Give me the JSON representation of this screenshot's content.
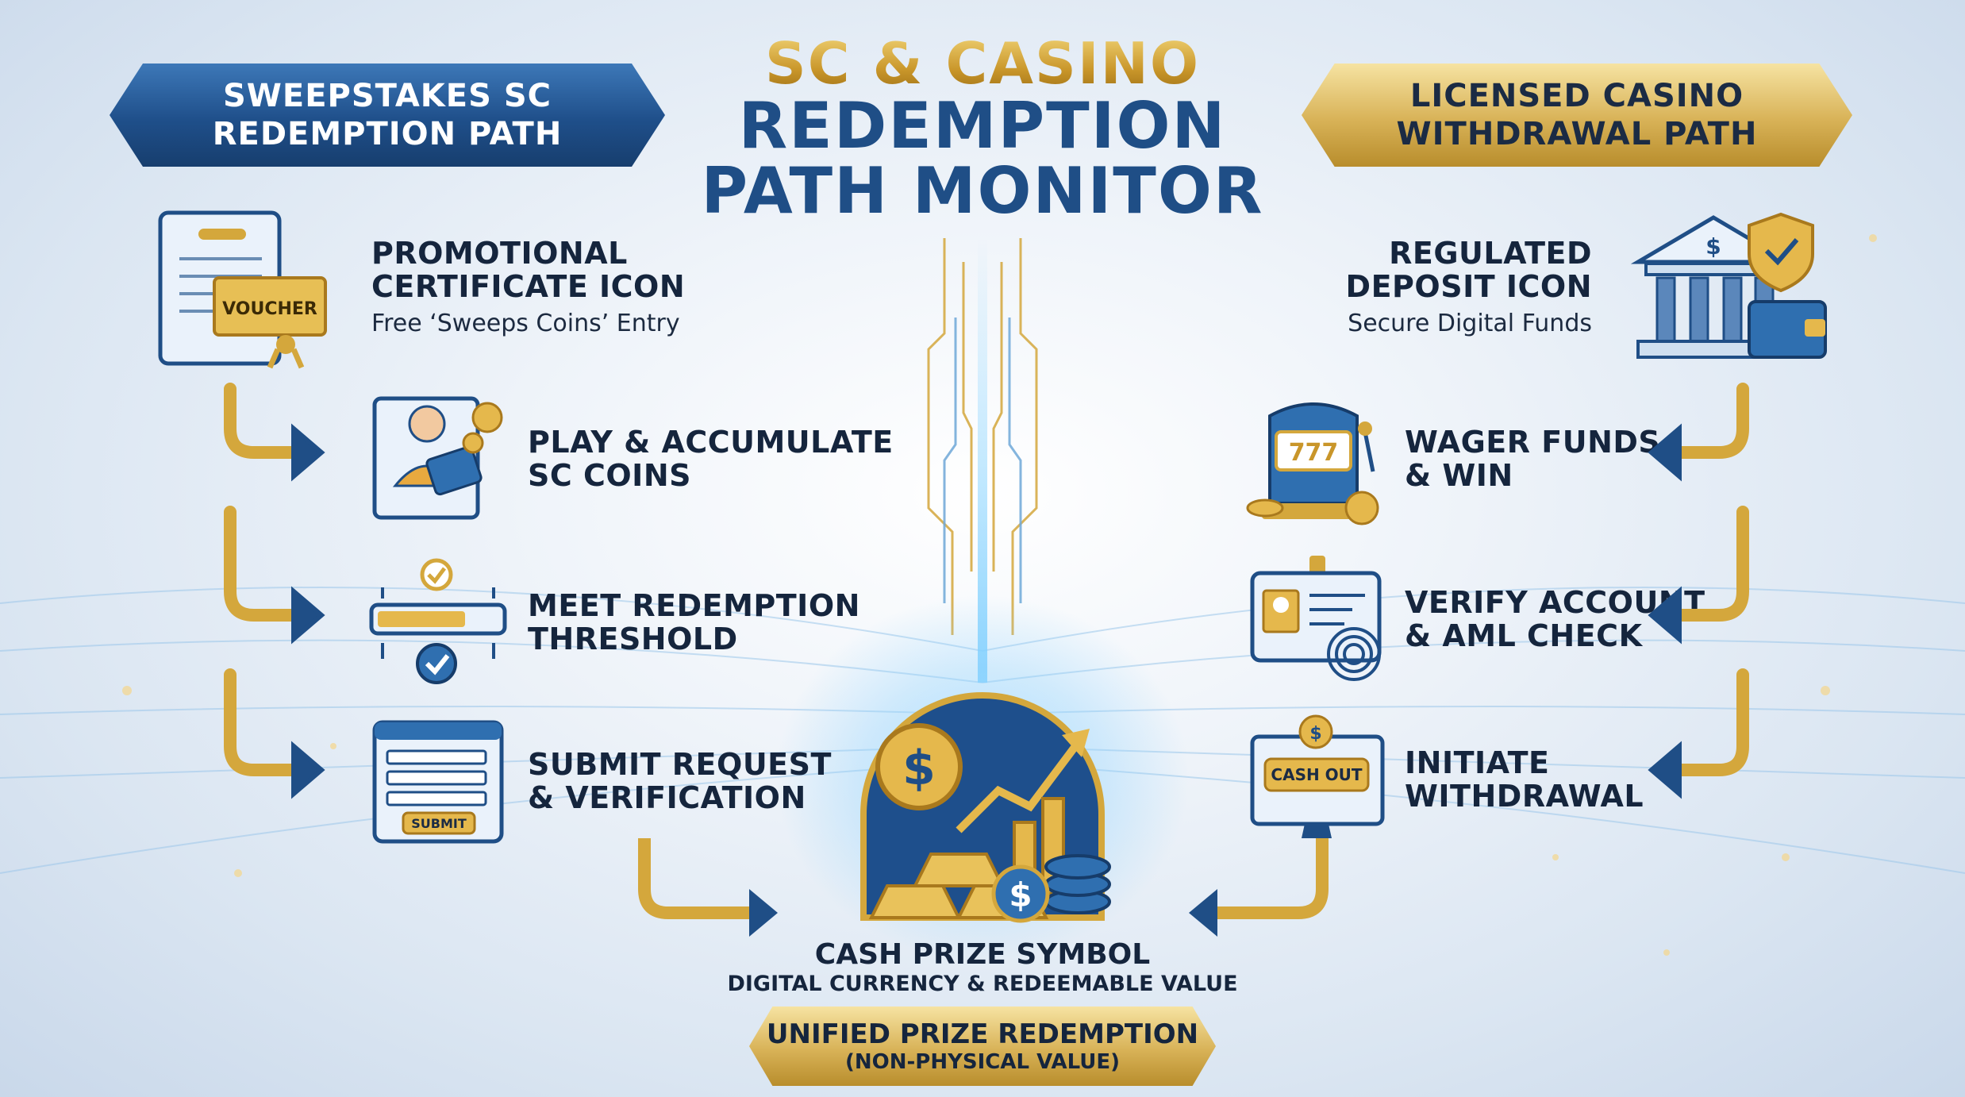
{
  "title": {
    "line1": "SC & CASINO",
    "line2": "REDEMPTION",
    "line3": "PATH MONITOR"
  },
  "left_banner": {
    "text": "SWEEPSTAKES SC\nREDEMPTION PATH"
  },
  "right_banner": {
    "text": "LICENSED CASINO\nWITHDRAWAL PATH"
  },
  "left_steps": [
    {
      "title": "PROMOTIONAL\nCERTIFICATE ICON",
      "subtitle": "Free ‘Sweeps Coins’ Entry",
      "icon": "voucher-certificate-icon",
      "icon_text": "VOUCHER"
    },
    {
      "title": "PLAY & ACCUMULATE\nSC COINS",
      "icon": "player-tablet-icon"
    },
    {
      "title": "MEET REDEMPTION\nTHRESHOLD",
      "icon": "progress-threshold-icon"
    },
    {
      "title": "SUBMIT REQUEST\n& VERIFICATION",
      "icon": "submit-form-icon",
      "icon_text": "SUBMIT"
    }
  ],
  "right_steps": [
    {
      "title": "REGULATED\nDEPOSIT ICON",
      "subtitle": "Secure Digital Funds",
      "icon": "bank-shield-wallet-icon"
    },
    {
      "title": "WAGER FUNDS\n& WIN",
      "icon": "slot-machine-icon",
      "icon_text": "777"
    },
    {
      "title": "VERIFY ACCOUNT\n& AML CHECK",
      "icon": "id-fingerprint-icon"
    },
    {
      "title": "INITIATE\nWITHDRAWAL",
      "icon": "cash-out-monitor-icon",
      "icon_text": "CASH OUT"
    }
  ],
  "center": {
    "title": "CASH PRIZE SYMBOL",
    "subtitle": "DIGITAL CURRENCY & REDEEMABLE VALUE",
    "icon": "gold-coins-bars-icon"
  },
  "bottom_banner": {
    "line1": "UNIFIED PRIZE REDEMPTION",
    "line2": "(NON-PHYSICAL VALUE)"
  },
  "colors": {
    "navy": "#1f4e86",
    "gold": "#d4a73c",
    "text": "#15253d"
  }
}
